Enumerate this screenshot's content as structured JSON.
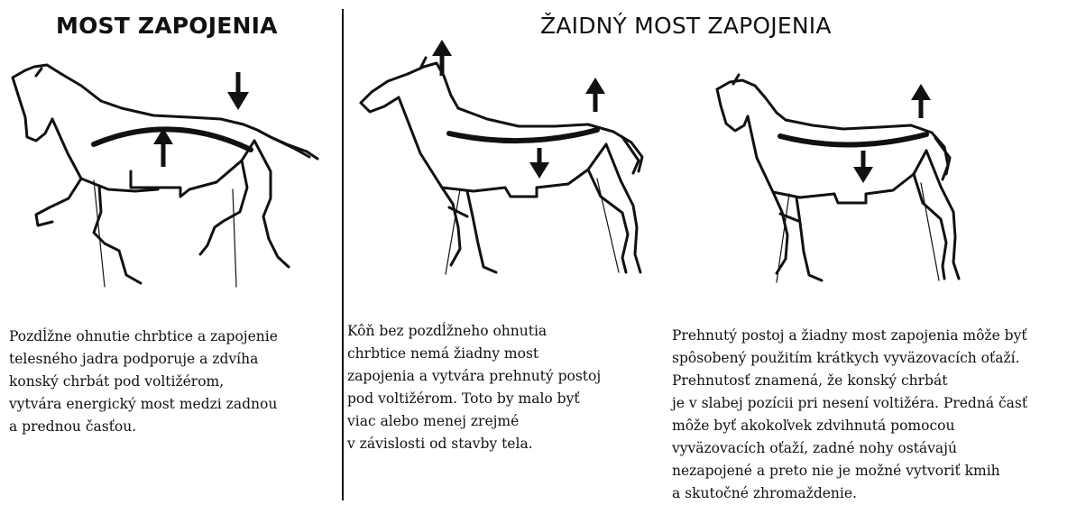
{
  "titles": {
    "left": "MOST ZAPOJENIA",
    "right": "ŽAIDNÝ MOST ZAPOJENIA"
  },
  "captions": {
    "left": [
      "Pozdĺžne ohnutie chrbtice a zapojenie",
      "telesného jadra podporuje a zdvíha",
      "konský chrbát pod voltižérom,",
      "vytvára energický most medzi zadnou",
      "a prednou časťou."
    ],
    "middle": [
      "Kôň bez pozdĺžneho ohnutia",
      "chrbtice nemá žiadny most",
      "zapojenia a vytvára prehnutý postoj",
      "pod voltižérom. Toto by malo byť",
      "viac alebo menej zrejmé",
      "v závislosti od stavby tela."
    ],
    "right": [
      "Prehnutý postoj a žiadny most zapojenia môže byť",
      "spôsobený použitím krátkych vyväzovacích oťaží.",
      "Prehnutosť znamená, že konský chrbát",
      "je v slabej pozícii pri nesení voltižéra. Predná časť",
      "môže byť akokoľvek zdvihnutá pomocou",
      "vyväzovacích oťaží, zadné nohy ostávajú",
      "nezapojené a preto nie je možné vytvoriť kmih",
      "a skutočné zhromaždenie."
    ]
  },
  "colors": {
    "ink": "#111111",
    "background": "#ffffff"
  },
  "icons": [
    "arrow-down-icon",
    "arrow-up-icon"
  ]
}
